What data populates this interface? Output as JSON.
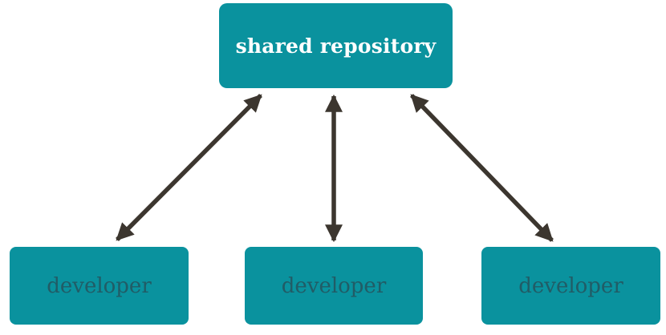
{
  "diagram": {
    "type": "centralized-version-control-diagram",
    "colors": {
      "background": "#ffffff",
      "box_fill": "#0a929e",
      "repo_text": "#ffffff",
      "developer_text": "#215c66",
      "arrow": "#3c362f"
    },
    "nodes": {
      "shared_repository": {
        "label": "shared repository"
      },
      "developer_1": {
        "label": "developer"
      },
      "developer_2": {
        "label": "developer"
      },
      "developer_3": {
        "label": "developer"
      }
    },
    "edges": [
      {
        "from": "shared_repository",
        "to": "developer_1",
        "style": "double-headed-arrow"
      },
      {
        "from": "shared_repository",
        "to": "developer_2",
        "style": "double-headed-arrow"
      },
      {
        "from": "shared_repository",
        "to": "developer_3",
        "style": "double-headed-arrow"
      }
    ]
  }
}
